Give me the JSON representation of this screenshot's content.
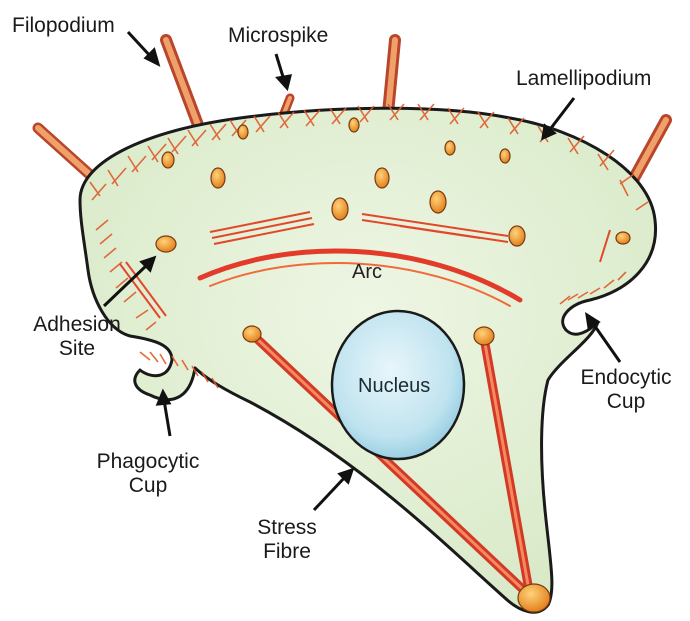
{
  "labels": {
    "filopodium": "Filopodium",
    "microspike": "Microspike",
    "lamellipodium": "Lamellipodium",
    "adhesion_line1": "Adhesion",
    "adhesion_line2": "Site",
    "endocytic_line1": "Endocytic",
    "endocytic_line2": "Cup",
    "phagocytic_line1": "Phagocytic",
    "phagocytic_line2": "Cup",
    "stress_line1": "Stress",
    "stress_line2": "Fibre",
    "arc": "Arc",
    "nucleus": "Nucleus"
  },
  "colors": {
    "cytoplasm": "#e3f0d5",
    "outline": "#1a1a1a",
    "actin": "#e23b2a",
    "actin_light": "#f08a3c",
    "adhesion": "#f39a2b",
    "nucleus": "#bfe3ef"
  }
}
